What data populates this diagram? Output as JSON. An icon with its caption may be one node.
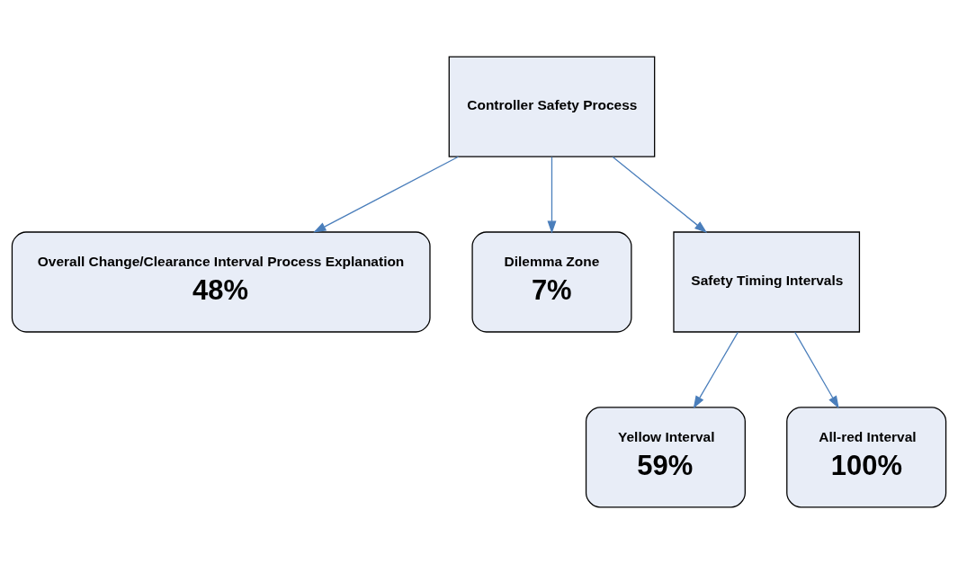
{
  "diagram": {
    "nodes": [
      {
        "text": [
          "Controller Safety Process"
        ]
      },
      {
        "text": [
          "Overall Change/Clearance Interval Process Explanation",
          "48%"
        ]
      },
      {
        "text": [
          "Dilemma Zone",
          "7%"
        ]
      },
      {
        "text": [
          "Safety Timing Intervals"
        ]
      },
      {
        "text": [
          "Yellow Interval",
          "59%"
        ]
      },
      {
        "text": [
          "All-red Interval",
          "100%"
        ]
      }
    ],
    "edges": [
      {
        "from": 0,
        "to": 1,
        "arrow": "to"
      },
      {
        "from": 0,
        "to": 2,
        "arrow": "to"
      },
      {
        "from": 0,
        "to": 3,
        "arrow": "to"
      },
      {
        "from": 3,
        "to": 4,
        "arrow": "to"
      },
      {
        "from": 3,
        "to": 5,
        "arrow": "to"
      }
    ]
  }
}
